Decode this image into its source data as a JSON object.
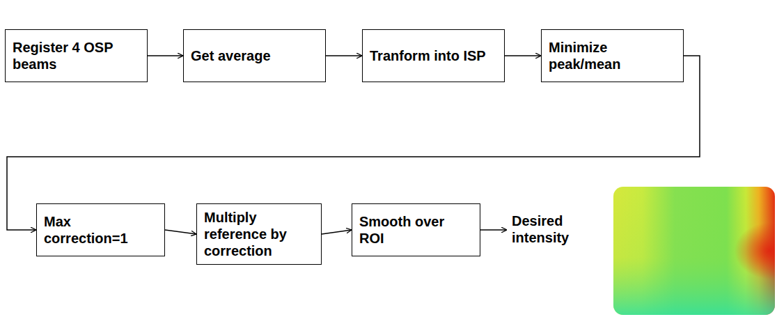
{
  "diagram": {
    "nodes": [
      {
        "text": [
          "Register 4 OSP beams"
        ]
      },
      {
        "text": [
          "Get average"
        ]
      },
      {
        "text": [
          "Tranform into ISP"
        ]
      },
      {
        "text": [
          "Minimize peak/mean"
        ]
      },
      {
        "text": [
          "Max correction=1"
        ]
      },
      {
        "text": [
          "Multiply reference by correction"
        ]
      },
      {
        "text": [
          "Smooth over ROI"
        ]
      }
    ],
    "edges": [
      {
        "from": 0,
        "to": 1,
        "arrow": "to"
      },
      {
        "from": 1,
        "to": 2,
        "arrow": "to"
      },
      {
        "from": 2,
        "to": 3,
        "arrow": "to"
      },
      {
        "from": 3,
        "to": 4,
        "arrow": "to"
      },
      {
        "from": 4,
        "to": 5,
        "arrow": "to"
      },
      {
        "from": 5,
        "to": 6,
        "arrow": "to"
      }
    ],
    "labels": [
      "Desired intensity"
    ]
  }
}
